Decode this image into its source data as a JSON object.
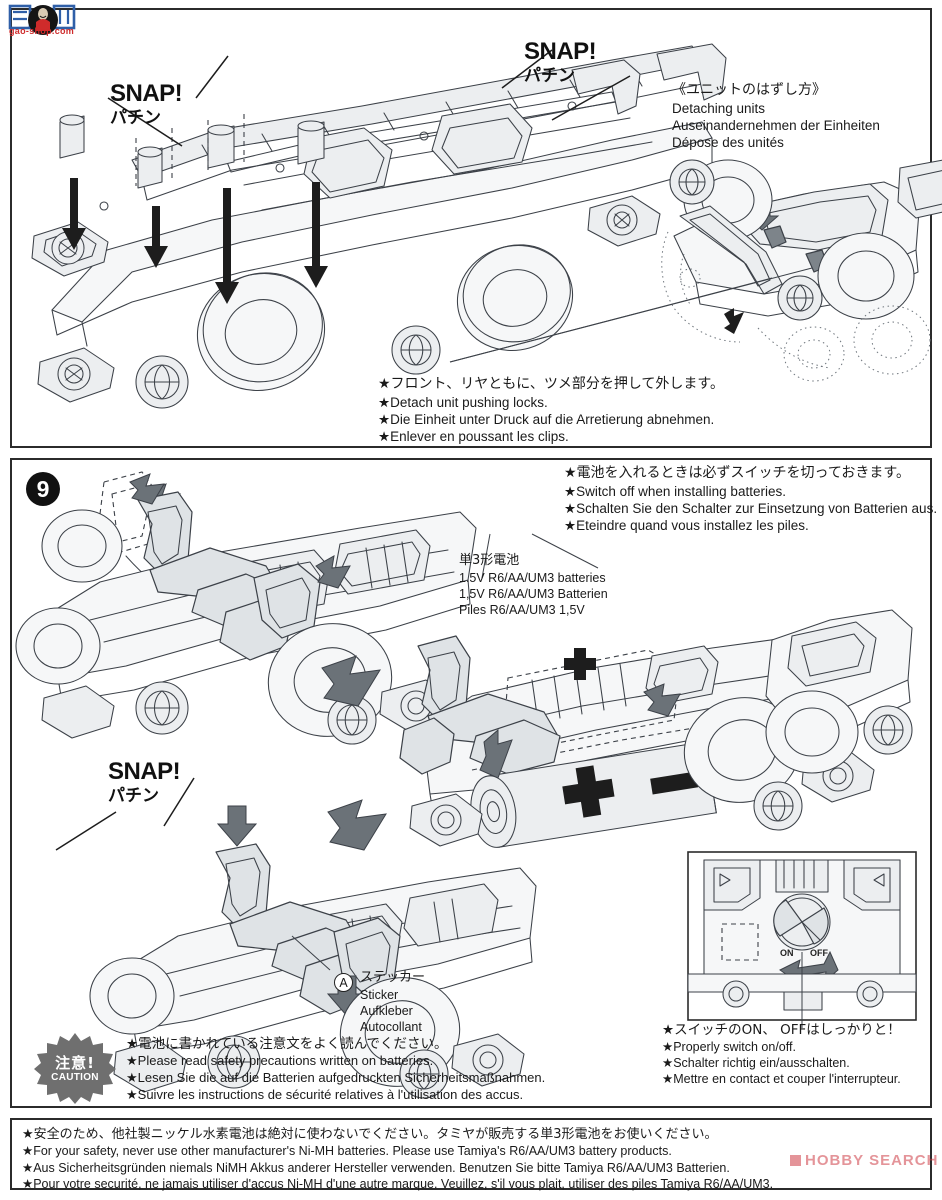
{
  "page": {
    "doc_type": "tamiya-mini4wd-instruction-sheet",
    "step_number": "9"
  },
  "watermarks": {
    "top_left": {
      "name": "gaogang-logo",
      "chars": "高 冈 网",
      "subtext": "gao-shop.com"
    },
    "bottom_right": {
      "name": "hobby-search",
      "text": "HOBBY SEARCH"
    }
  },
  "panel_top": {
    "snap_left": {
      "en": "SNAP!",
      "jp": "パチン"
    },
    "snap_right": {
      "en": "SNAP!",
      "jp": "パチン"
    },
    "detach_title": {
      "jp": "《ユニットのはずし方》",
      "en": "Detaching units",
      "de": "Auseinandernehmen der Einheiten",
      "fr": "Dépose des unités"
    },
    "detach_note": {
      "jp": "★フロント、リヤともに、ツメ部分を押して外します。",
      "en": "★Detach unit pushing locks.",
      "de": "★Die Einheit unter Druck auf die Arretierung abnehmen.",
      "fr": "★Enlever en poussant les clips."
    }
  },
  "panel_step9": {
    "step_badge": "9",
    "battery_switch_note": {
      "jp": "★電池を入れるときは必ずスイッチを切っておきます。",
      "en": "★Switch off when installing batteries.",
      "de": "★Schalten Sie den Schalter zur Einsetzung von Batterien aus.",
      "fr": "★Eteindre quand vous installez les piles."
    },
    "battery_spec": {
      "jp": "単3形電池",
      "en": "1.5V R6/AA/UM3 batteries",
      "de": "1,5V R6/AA/UM3 Batterien",
      "fr": "Piles R6/AA/UM3 1,5V"
    },
    "battery_marks": {
      "plus": "+",
      "minus": "−"
    },
    "snap_lower": {
      "en": "SNAP!",
      "jp": "パチン"
    },
    "sticker_callout": {
      "letter": "A",
      "jp": "ステッカー",
      "en": "Sticker",
      "de": "Aufkleber",
      "fr": "Autocollant"
    },
    "switch_labels": {
      "on": "ON",
      "off": "OFF"
    },
    "switch_note": {
      "jp": "★スイッチのON、 OFFはしっかりと！",
      "en": "★Properly switch on/off.",
      "de": "★Schalter richtig ein/ausschalten.",
      "fr": "★Mettre en contact et couper l'interrupteur."
    },
    "caution": {
      "badge_jp": "注意!",
      "badge_en": "CAUTION",
      "jp": "★電池に書かれている注意文をよく読んでください。",
      "en": "★Please read safety precautions written on batteries.",
      "de": "★Lesen Sie die auf die Batterien aufgedruckten Sicherheitsmaßnahmen.",
      "fr": "★Suivre les instructions de sécurité relatives à l'utilisation des accus."
    }
  },
  "panel_warning": {
    "jp": "★安全のため、他社製ニッケル水素電池は絶対に使わないでください。タミヤが販売する単3形電池をお使いください。",
    "en": "★For your safety, never use other manufacturer's Ni-MH batteries. Please use Tamiya's R6/AA/UM3 battery products.",
    "de": "★Aus Sicherheitsgründen niemals NiMH Akkus anderer Hersteller verwenden. Benutzen Sie bitte Tamiya R6/AA/UM3 Batterien.",
    "fr": "★Pour votre securité, ne jamais utiliser d'accus Ni-MH d'une autre marque. Veuillez, s'il vous plait, utiliser des piles Tamiya R6/AA/UM3."
  },
  "colors": {
    "ink": "#2b2b2b",
    "line": "#3c4148",
    "part_fill": "#eceef0",
    "arrow": "#6b7278",
    "watermark_red": "#cd3c46"
  }
}
